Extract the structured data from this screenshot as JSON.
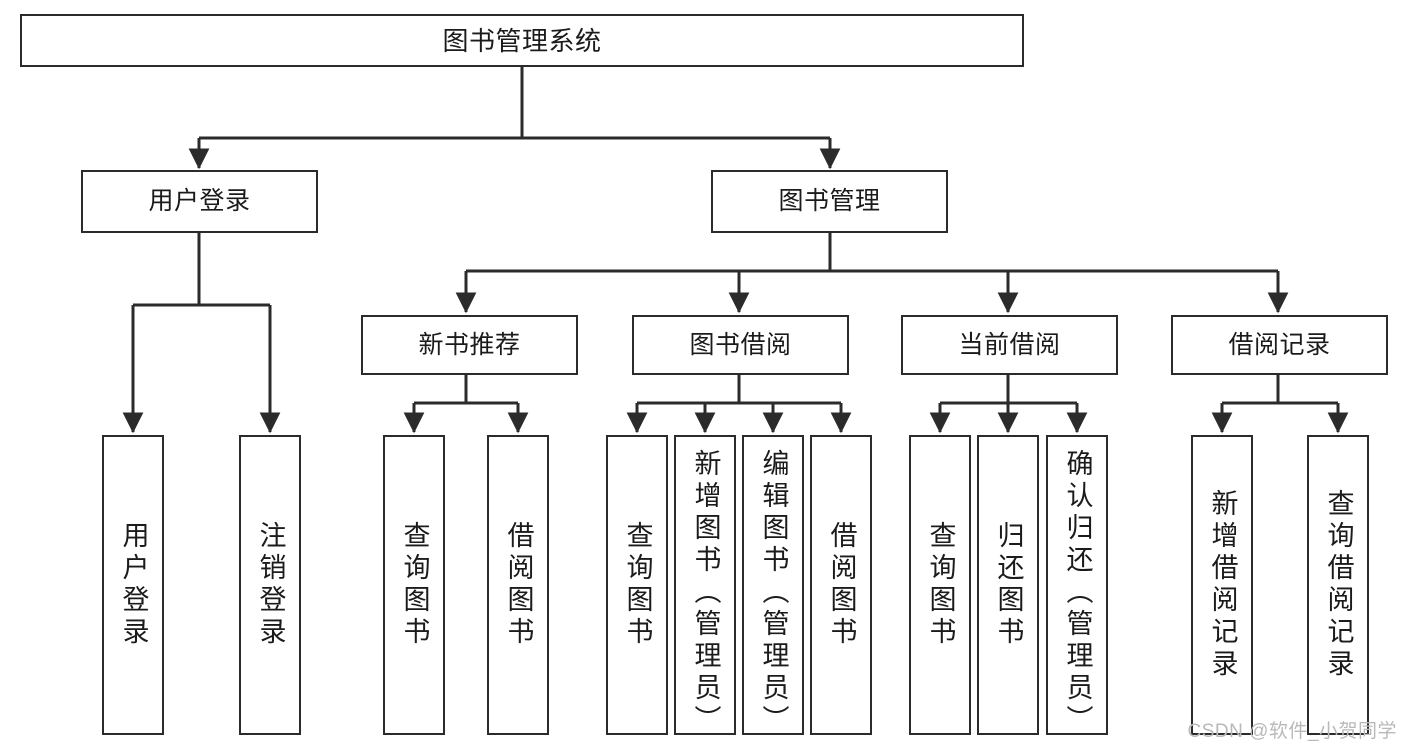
{
  "diagram": {
    "type": "tree",
    "title": "图书管理系统",
    "root": {
      "id": "root",
      "label": "图书管理系统"
    },
    "level2": [
      {
        "id": "user-login",
        "label": "用户登录"
      },
      {
        "id": "book-manage",
        "label": "图书管理"
      }
    ],
    "level3": [
      {
        "id": "new-book-recommend",
        "label": "新书推荐",
        "parent": "book-manage"
      },
      {
        "id": "book-borrow",
        "label": "图书借阅",
        "parent": "book-manage"
      },
      {
        "id": "current-borrow",
        "label": "当前借阅",
        "parent": "book-manage"
      },
      {
        "id": "borrow-record",
        "label": "借阅记录",
        "parent": "book-manage"
      }
    ],
    "leaves": [
      {
        "id": "leaf-user-login",
        "label": "用户登录",
        "parent": "user-login"
      },
      {
        "id": "leaf-logout-login",
        "label": "注销登录",
        "parent": "user-login"
      },
      {
        "id": "leaf-query-book-1",
        "label": "查询图书",
        "parent": "new-book-recommend"
      },
      {
        "id": "leaf-borrow-book-1",
        "label": "借阅图书",
        "parent": "new-book-recommend"
      },
      {
        "id": "leaf-query-book-2",
        "label": "查询图书",
        "parent": "book-borrow"
      },
      {
        "id": "leaf-add-book-admin",
        "label": "新增图书（管理员）",
        "parent": "book-borrow"
      },
      {
        "id": "leaf-edit-book-admin",
        "label": "编辑图书（管理员）",
        "parent": "book-borrow"
      },
      {
        "id": "leaf-borrow-book-2",
        "label": "借阅图书",
        "parent": "book-borrow"
      },
      {
        "id": "leaf-query-book-3",
        "label": "查询图书",
        "parent": "current-borrow"
      },
      {
        "id": "leaf-return-book",
        "label": "归还图书",
        "parent": "current-borrow"
      },
      {
        "id": "leaf-confirm-return-admin",
        "label": "确认归还（管理员）",
        "parent": "current-borrow"
      },
      {
        "id": "leaf-add-borrow-record",
        "label": "新增借阅记录",
        "parent": "borrow-record"
      },
      {
        "id": "leaf-query-borrow-record",
        "label": "查询借阅记录",
        "parent": "borrow-record"
      }
    ],
    "colors": {
      "stroke": "#2b2b2b",
      "fill": "#ffffff",
      "text": "#1b1b1b",
      "watermark": "#b9b9b9"
    }
  },
  "watermark": {
    "text": "CSDN @软件_小贺同学"
  }
}
